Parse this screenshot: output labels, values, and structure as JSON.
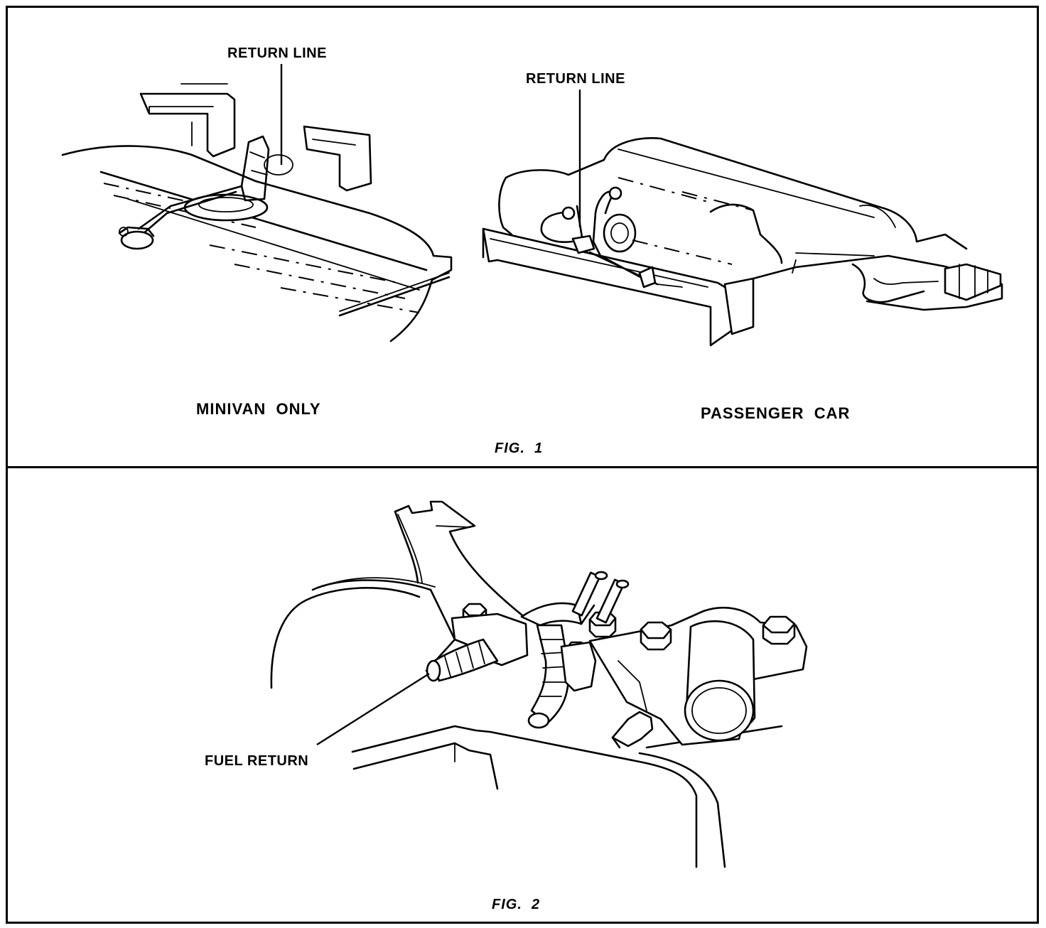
{
  "figure1": {
    "minivan_callout": "RETURN LINE",
    "car_callout": "RETURN LINE",
    "minivan_caption": "MINIVAN  ONLY",
    "car_caption": "PASSENGER  CAR",
    "fig_label": "FIG.  1"
  },
  "figure2": {
    "callout": "FUEL RETURN",
    "fig_label": "FIG.  2"
  }
}
